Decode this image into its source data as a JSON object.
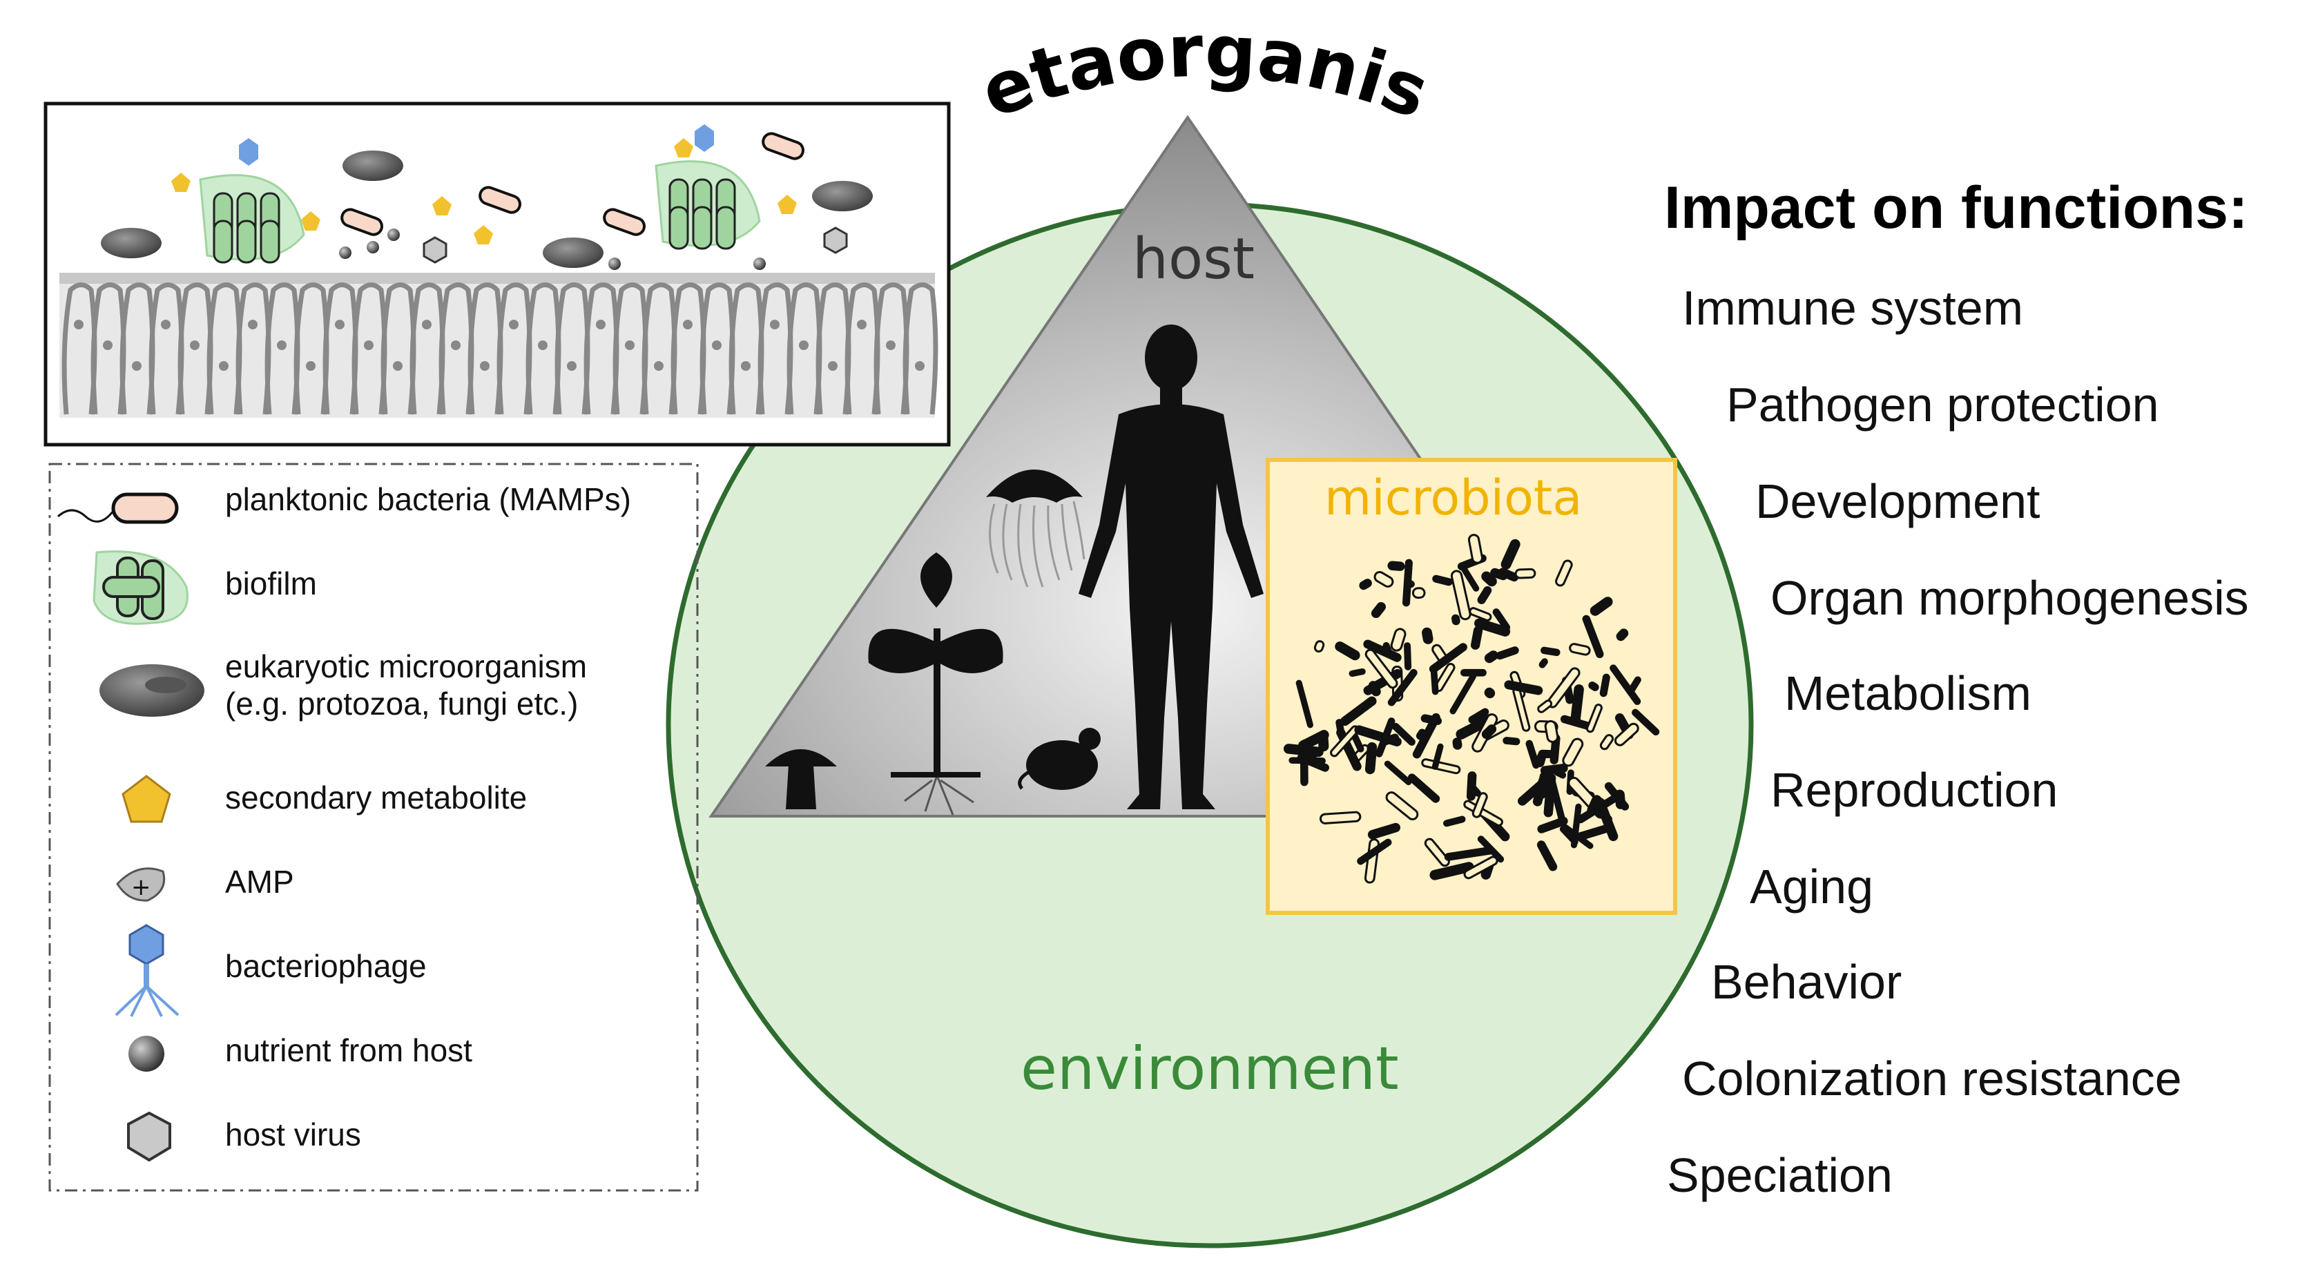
{
  "title": "metaorganism",
  "labels": {
    "host": "host",
    "microbiota": "microbiota",
    "environment": "environment"
  },
  "impact": {
    "title": "Impact on functions:",
    "items": [
      "Immune system",
      "Pathogen protection",
      "Development",
      "Organ morphogenesis",
      "Metabolism",
      "Reproduction",
      "Aging",
      "Behavior",
      "Colonization resistance",
      "Speciation"
    ]
  },
  "legend": {
    "planktonic": "planktonic bacteria (MAMPs)",
    "biofilm": "biofilm",
    "eukaryotic_line1": "eukaryotic microorganism",
    "eukaryotic_line2": "(e.g. protozoa, fungi etc.)",
    "metabolite": "secondary metabolite",
    "amp": "AMP",
    "phage": "bacteriophage",
    "nutrient": "nutrient from host",
    "virus": "host virus"
  },
  "colors": {
    "circle_fill": "#dcefd6",
    "circle_stroke": "#2e6b2e",
    "triangle_dark": "#7a7a7a",
    "microbiota_box": "#fff1c8",
    "microbiota_border": "#f5c542",
    "microbiota_text": "#f0b400",
    "environment_text": "#3a8a3a",
    "biofilm_green": "#9fd49f",
    "phage_blue": "#6f9fe0",
    "metabolite_gold": "#f2c12e",
    "planktonic_fill": "#f8d8c8"
  },
  "icons": [
    "jellyfish-icon",
    "human-icon",
    "plant-icon",
    "mushroom-icon",
    "mouse-icon",
    "bacteria-icon",
    "phage-icon",
    "pentagon-icon",
    "hexagon-icon"
  ]
}
